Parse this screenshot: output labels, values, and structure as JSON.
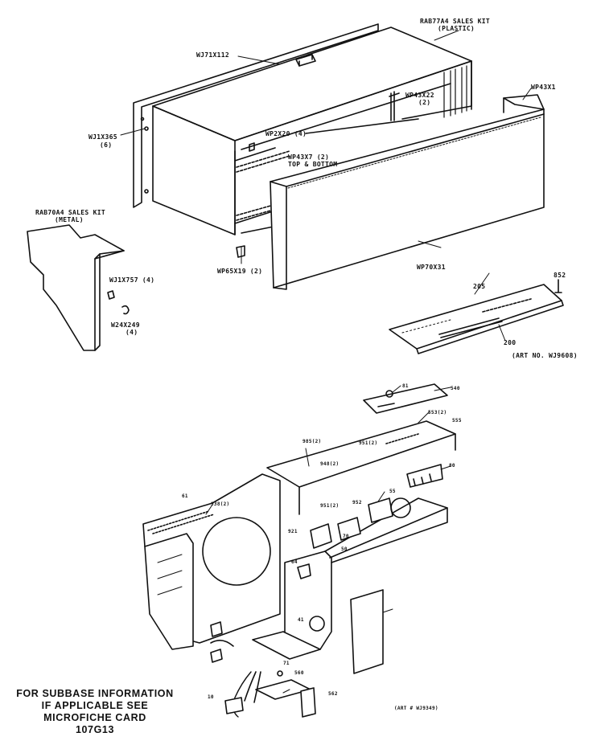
{
  "top_labels": {
    "rab77a4": "RAB77A4 SALES KIT",
    "rab77a4_sub": "(PLASTIC)",
    "wj71x112": "WJ71X112",
    "wp43x1": "WP43X1",
    "wp43x22": "WP43X22",
    "wp43x22_qty": "(2)",
    "wj1x365": "WJ1X365",
    "wj1x365_qty": "(6)",
    "wp2x20": "WP2X20 (4)",
    "wp43x7": "WP43X7 (2)",
    "wp43x7_sub": "TOP & BOTTOM",
    "rab70a4": "RAB70A4 SALES KIT",
    "rab70a4_sub": "(METAL)",
    "wj1x757": "WJ1X757 (4)",
    "w24x249": "W24X249",
    "w24x249_qty": "(4)",
    "wp65x19": "WP65X19 (2)",
    "wp70x31": "WP70X31",
    "n852": "852",
    "n205": "205",
    "n200": "200",
    "art_top": "(ART NO. WJ9608)"
  },
  "bottom_labels": {
    "n81": "81",
    "n540": "540",
    "n555": "555",
    "n553": "553(2)",
    "n985": "985(2)",
    "n951": "951(2)",
    "n948": "948(2)",
    "n80": "80",
    "n61": "61",
    "n938": "938(2)",
    "n55": "55",
    "n952": "952",
    "n951b": "951(2)",
    "n921": "921",
    "n64": "64",
    "n50": "50",
    "n70": "70",
    "n560": "560",
    "n41": "41",
    "n71": "71",
    "n562": "562",
    "n10": "10",
    "art_bottom": "(ART # WJ9349)"
  },
  "subbase_note": {
    "line1": "FOR SUBBASE INFORMATION",
    "line2": "IF APPLICABLE SEE",
    "line3": "MICROFICHE CARD",
    "line4": "107G13"
  }
}
